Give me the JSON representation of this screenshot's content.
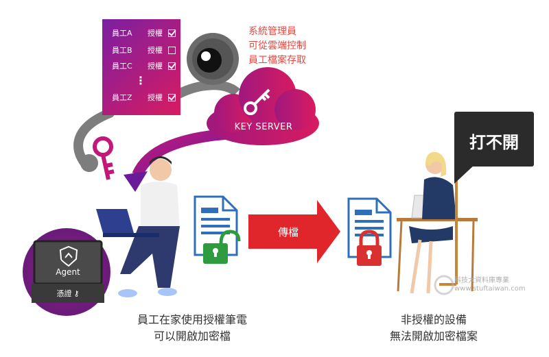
{
  "auth_list": {
    "rows": [
      {
        "employee": "員工A",
        "auth": "授權",
        "checked": true
      },
      {
        "employee": "員工B",
        "auth": "授權",
        "checked": false
      },
      {
        "employee": "員工C",
        "auth": "授權",
        "checked": true
      },
      {
        "employee": "員工Z",
        "auth": "授權",
        "checked": true
      }
    ],
    "ellipsis": "⋮"
  },
  "admin_note": {
    "line1": "系統管理員",
    "line2": "可從雲端控制",
    "line3": "員工檔案存取"
  },
  "key_server": {
    "label": "KEY SERVER"
  },
  "agent": {
    "label": "Agent",
    "cert_label": "憑證"
  },
  "transfer": {
    "label": "傳檔"
  },
  "denied": {
    "label": "打不開"
  },
  "captions": {
    "left_line1": "員工在家使用授權筆電",
    "left_line2": "可以開啟加密檔",
    "right_line1": "非授權的設備",
    "right_line2": "無法開啟加密檔案"
  },
  "watermark": {
    "name": "科技大資料庫專業",
    "url": "www.stuftaiwan.com"
  },
  "colors": {
    "magenta": "#c2187a",
    "purple": "#6a1b9a",
    "red_arrow": "#e0252b",
    "admin_text": "#e8473f",
    "lock_green": "#2e9b3e",
    "lock_red": "#d93030"
  }
}
